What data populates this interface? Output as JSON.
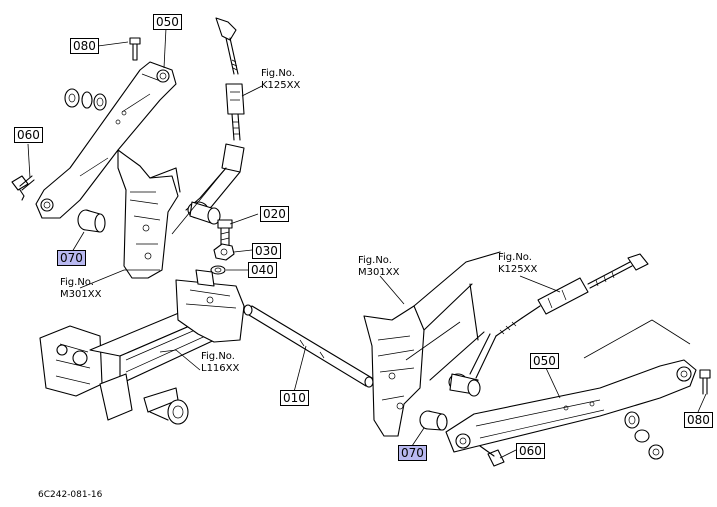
{
  "callouts": [
    {
      "id": "c050a",
      "text": "050",
      "highlight": false
    },
    {
      "id": "c080a",
      "text": "080",
      "highlight": false
    },
    {
      "id": "c060a",
      "text": "060",
      "highlight": false
    },
    {
      "id": "c070a",
      "text": "070",
      "highlight": true
    },
    {
      "id": "c020",
      "text": "020",
      "highlight": false
    },
    {
      "id": "c030",
      "text": "030",
      "highlight": false
    },
    {
      "id": "c040",
      "text": "040",
      "highlight": false
    },
    {
      "id": "c010",
      "text": "010",
      "highlight": false
    },
    {
      "id": "c070b",
      "text": "070",
      "highlight": true
    },
    {
      "id": "c050b",
      "text": "050",
      "highlight": false
    },
    {
      "id": "c060b",
      "text": "060",
      "highlight": false
    },
    {
      "id": "c080b",
      "text": "080",
      "highlight": false
    }
  ],
  "figrefs": [
    {
      "id": "f1",
      "line1": "Fig.No.",
      "line2": "K125XX"
    },
    {
      "id": "f2",
      "line1": "Fig.No.",
      "line2": "M301XX"
    },
    {
      "id": "f3",
      "line1": "Fig.No.",
      "line2": "L116XX"
    },
    {
      "id": "f4",
      "line1": "Fig.No.",
      "line2": "M301XX"
    },
    {
      "id": "f5",
      "line1": "Fig.No.",
      "line2": "K125XX"
    }
  ],
  "document_id": "6C242-081-16",
  "colors": {
    "highlight": "#b8b8f0",
    "line": "#000000"
  }
}
